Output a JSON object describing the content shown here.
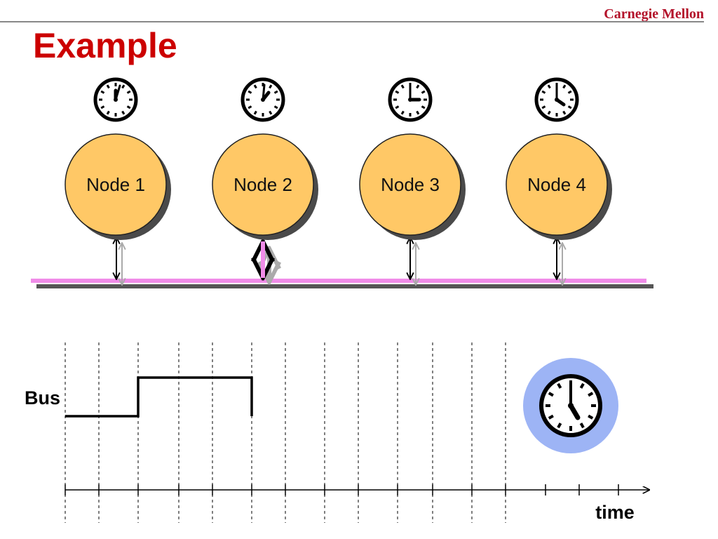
{
  "slide": {
    "brand": "Carnegie Mellon",
    "title": "Example"
  },
  "colors": {
    "title": "#cc0000",
    "brand": "#b3122a",
    "node_fill": "#ffc866",
    "bus_highlight": "#f08ce8",
    "bus_line": "#555555",
    "clock_badge": "#9db4f5"
  },
  "nodes": [
    {
      "label": "Node 1",
      "clock_icon": "clock-icon",
      "clock_time": "12:05"
    },
    {
      "label": "Node 2",
      "clock_icon": "clock-icon",
      "clock_time": "1:05"
    },
    {
      "label": "Node 3",
      "clock_icon": "clock-icon",
      "clock_time": "3:00"
    },
    {
      "label": "Node 4",
      "clock_icon": "clock-icon",
      "clock_time": "4:00"
    }
  ],
  "transmitting_node": "Node 2",
  "timing": {
    "signal_label": "Bus",
    "axis_label": "time",
    "global_clock_icon": "clock-icon",
    "global_clock_time": "5:00",
    "slot_count": 13,
    "bus_signal": [
      {
        "slot": 0,
        "level": "low"
      },
      {
        "slot": 1,
        "level": "low"
      },
      {
        "slot": 2,
        "level": "high"
      },
      {
        "slot": 3,
        "level": "high"
      },
      {
        "slot": 4,
        "level": "high"
      },
      {
        "slot": 5,
        "level": "end"
      }
    ]
  }
}
